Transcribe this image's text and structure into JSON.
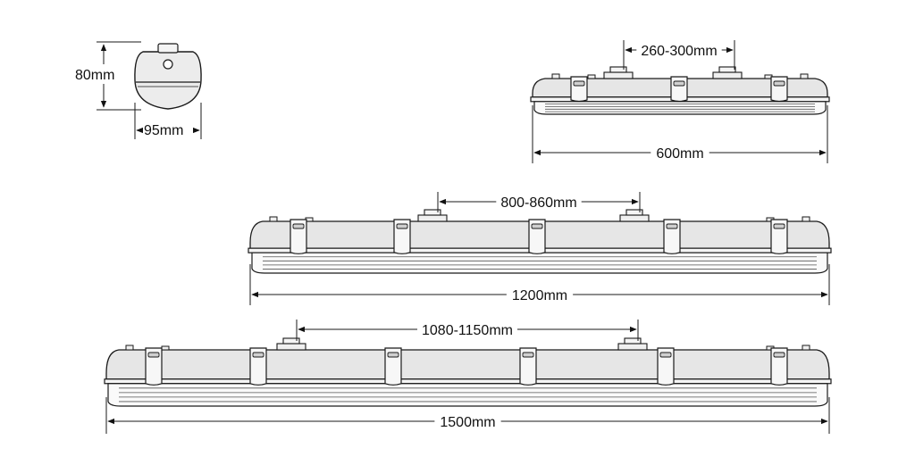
{
  "colors": {
    "stroke": "#1a1a1a",
    "body_fill": "#e6e6e6",
    "background": "#ffffff"
  },
  "end_view": {
    "height_label": "80mm",
    "width_label": "95mm"
  },
  "fixtures": [
    {
      "id": "f600",
      "length_label": "600mm",
      "mount_label": "260-300mm",
      "clip_count": 3
    },
    {
      "id": "f1200",
      "length_label": "1200mm",
      "mount_label": "800-860mm",
      "clip_count": 5
    },
    {
      "id": "f1500",
      "length_label": "1500mm",
      "mount_label": "1080-1150mm",
      "clip_count": 6
    }
  ]
}
